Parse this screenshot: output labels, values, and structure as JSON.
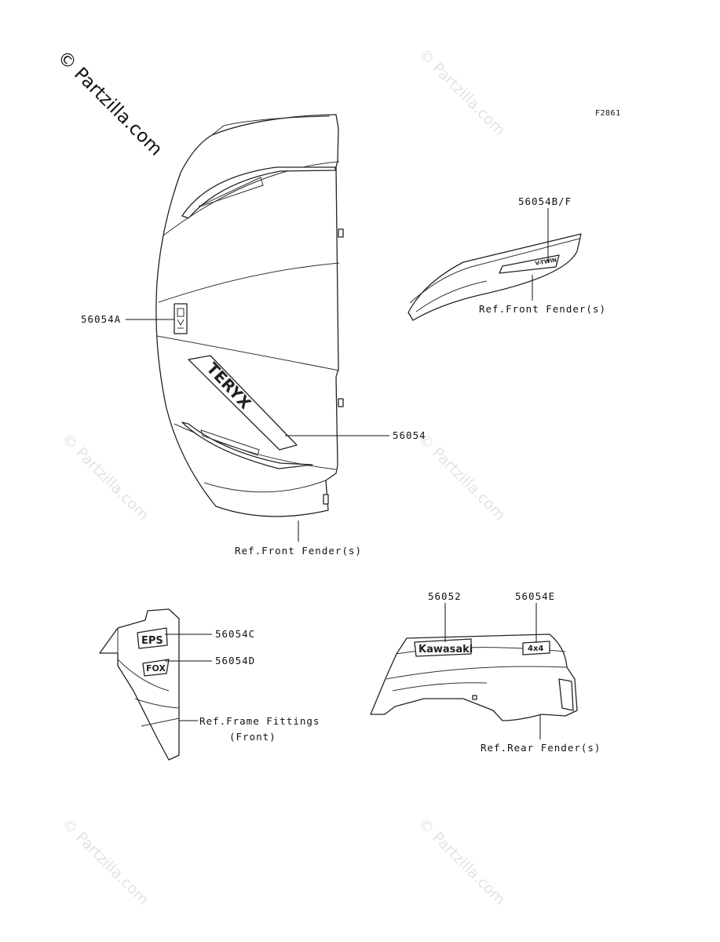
{
  "watermark": "© Partzilla.com",
  "figure_code": "F2861",
  "callouts": {
    "part_56054a": "56054A",
    "part_56054": "56054",
    "part_56054bf": "56054B/F",
    "part_56054c": "56054C",
    "part_56054d": "56054D",
    "part_56052": "56052",
    "part_56054e": "56054E"
  },
  "references": {
    "front_fender_main": "Ref.Front Fender(s)",
    "front_fender_side": "Ref.Front Fender(s)",
    "frame_fittings_line1": "Ref.Frame Fittings",
    "frame_fittings_line2": "(Front)",
    "rear_fender": "Ref.Rear Fender(s)"
  },
  "decals": {
    "rear_brand": "Kawasaki",
    "side_text": "V-TWIN",
    "front_model": "TERYX",
    "eps": "EPS",
    "fox": "FOX",
    "four_by_four": "4x4"
  }
}
